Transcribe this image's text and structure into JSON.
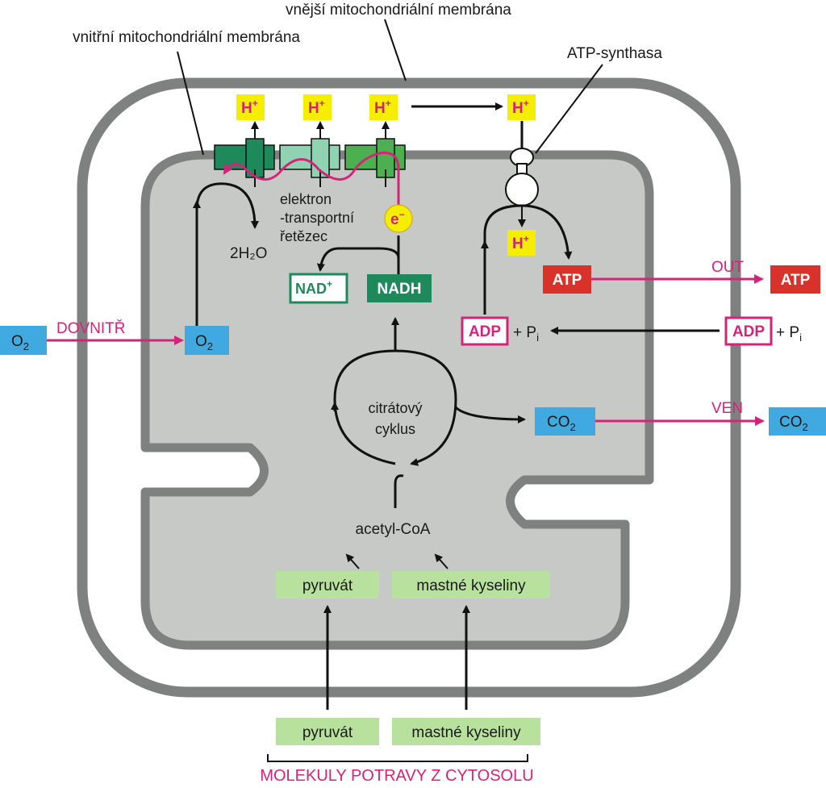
{
  "labels": {
    "outer_membrane": "vnější mitochondriální membrána",
    "inner_membrane": "vnitřní mitochondriální membrána",
    "atp_synthase": "ATP-synthasa",
    "electron_chain_line1": "elektron",
    "electron_chain_line2": "-transportní",
    "electron_chain_line3": "řetězec",
    "water": "2H₂O",
    "citric_cycle_line1": "citrátový",
    "citric_cycle_line2": "cyklus",
    "acetyl_coa": "acetyl-CoA",
    "plus_pi": "+ P",
    "pi_sub": "i",
    "food_molecules": "MOLEKULY POTRAVY Z CYTOSOLU"
  },
  "boxes": {
    "h_plus": "H",
    "h_sup": "+",
    "electron": "e",
    "electron_sup": "−",
    "nad": "NAD",
    "nad_sup": "+",
    "nadh": "NADH",
    "atp": "ATP",
    "adp": "ADP",
    "o2": "O",
    "o2_sub": "2",
    "co2": "CO",
    "co2_sub": "2",
    "pyruvate": "pyruvát",
    "fatty_acids": "mastné kyseliny"
  },
  "arrows": {
    "in": "DOVNITŘ",
    "out": "OUT",
    "ven": "VEN"
  },
  "colors": {
    "membrane": "#7f8080",
    "matrix": "#c6c9c6",
    "hplus_bg": "#f5ee00",
    "hplus_text": "#d6237a",
    "o2_co2": "#3fa9e0",
    "atp": "#d9322a",
    "nadh": "#1e8a5c",
    "food_box": "#b7e19c",
    "pink": "#d6237a"
  }
}
